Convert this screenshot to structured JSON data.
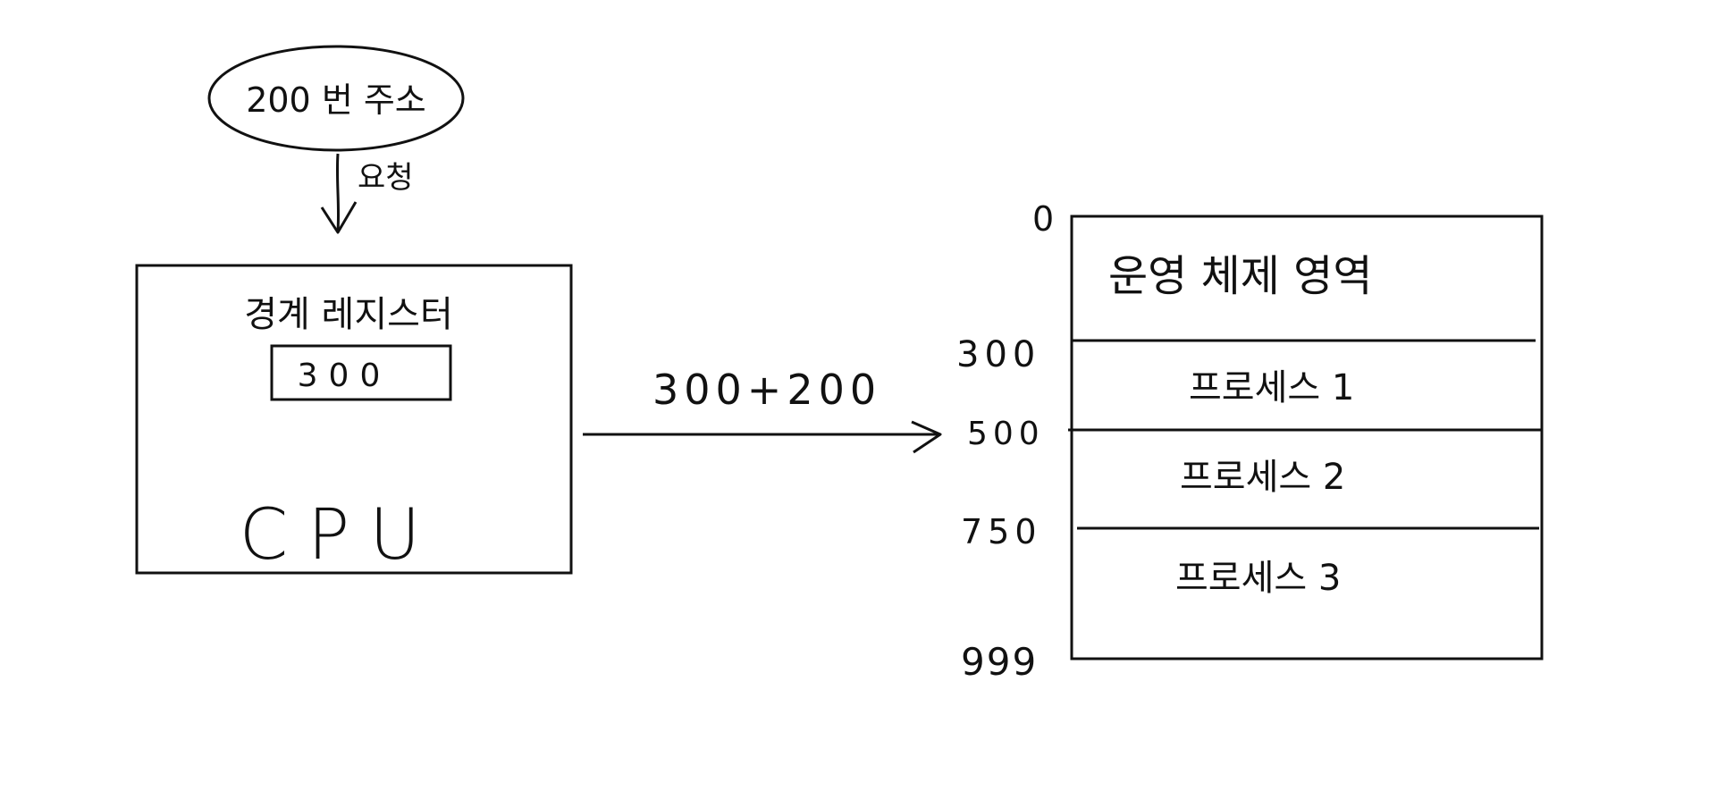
{
  "request": {
    "address_label": "200 번 주소",
    "request_label": "요청"
  },
  "cpu": {
    "register_label": "경계 레지스터",
    "register_value": "300",
    "cpu_label": "CPU"
  },
  "arrow": {
    "computation_label": "300+200"
  },
  "memory": {
    "addresses": [
      "0",
      "300",
      "500",
      "750",
      "999"
    ],
    "regions": [
      "운영 체제 영역",
      "프로세스 1",
      "프로세스 2",
      "프로세스 3"
    ]
  },
  "colors": {
    "ink": "#111111",
    "background": "#ffffff"
  }
}
